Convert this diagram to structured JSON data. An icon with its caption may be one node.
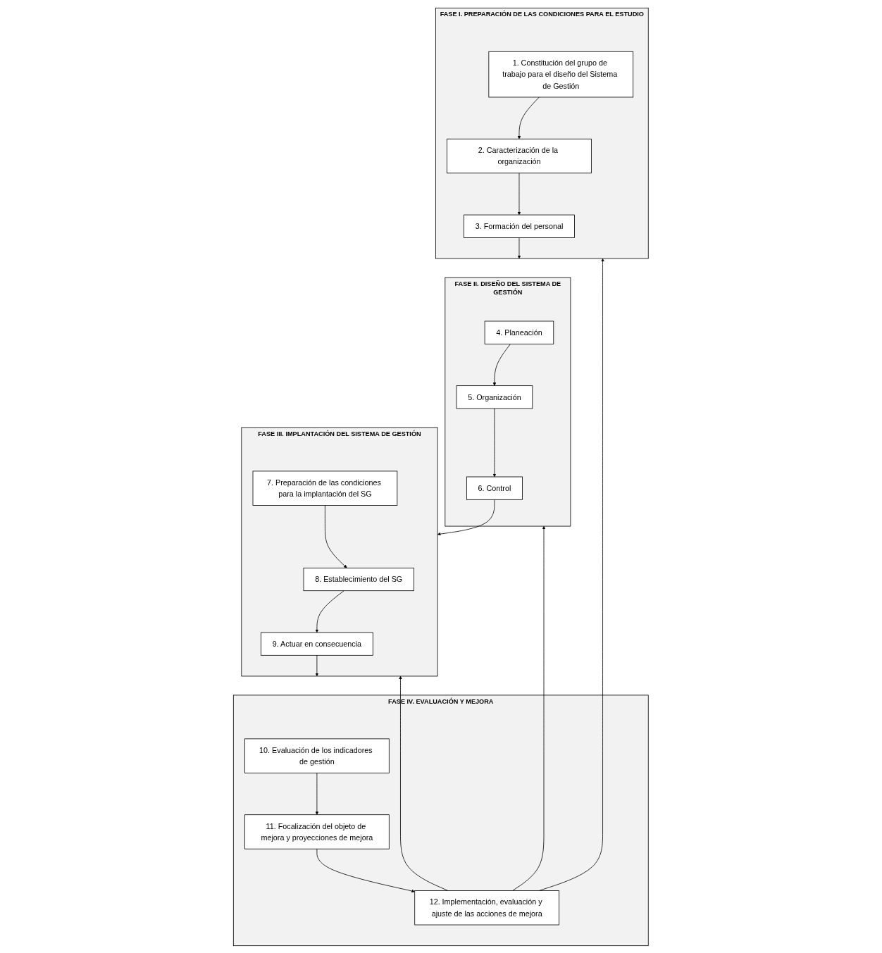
{
  "diagram": {
    "nodes": [
      {
        "text": [
          "FASE I. PREPARACIÓN DE LAS CONDICIONES PARA EL ESTUDIO"
        ]
      },
      {
        "text": [
          "1. Constitución del grupo de trabajo para el diseño del Sistema de Gestión"
        ],
        "in": 0
      },
      {
        "text": [
          "2. Caracterización de la organización"
        ],
        "in": 0
      },
      {
        "text": [
          "3. Formación del personal"
        ],
        "in": 0
      },
      {
        "text": [
          "FASE II. DISEÑO DEL SISTEMA DE GESTIÓN"
        ]
      },
      {
        "text": [
          "4. Planeación"
        ],
        "in": 4
      },
      {
        "text": [
          "5. Organización"
        ],
        "in": 4
      },
      {
        "text": [
          "6. Control"
        ],
        "in": 4
      },
      {
        "text": [
          "FASE III. IMPLANTACIÓN DEL SISTEMA DE GESTIÓN"
        ]
      },
      {
        "text": [
          "8. Establecimiento del SG"
        ],
        "in": 8
      },
      {
        "text": [
          "7. Preparación de las condiciones para la implantación del SG"
        ],
        "in": 8
      },
      {
        "text": [
          "9. Actuar en consecuencia"
        ],
        "in": 8
      },
      {
        "text": [
          "FASE IV. EVALUACIÓN Y MEJORA"
        ]
      },
      {
        "text": [
          "10. Evaluación de los indicadores de gestión"
        ],
        "in": 12
      },
      {
        "text": [
          "11. Focalización del objeto de mejora y proyecciones de mejora"
        ],
        "in": 12
      },
      {
        "text": [
          "12. Implementación, evaluación y ajuste de las acciones de mejora"
        ],
        "in": 12
      }
    ],
    "edges": [
      {
        "from": 1,
        "to": 2,
        "arrow": "to"
      },
      {
        "from": 2,
        "to": 3,
        "arrow": "to"
      },
      {
        "from": 3,
        "to": 4,
        "arrow": "to"
      },
      {
        "from": 5,
        "to": 6,
        "arrow": "to"
      },
      {
        "from": 6,
        "to": 7,
        "arrow": "to"
      },
      {
        "from": 7,
        "to": 8,
        "arrow": "to"
      },
      {
        "from": 10,
        "to": 9,
        "arrow": "to"
      },
      {
        "from": 9,
        "to": 11,
        "arrow": "to"
      },
      {
        "from": 11,
        "to": 12,
        "arrow": "to"
      },
      {
        "from": 13,
        "to": 14,
        "arrow": "to"
      },
      {
        "from": 14,
        "to": 15,
        "arrow": "to"
      },
      {
        "from": 15,
        "to": 0,
        "arrow": "to"
      },
      {
        "from": 15,
        "to": 4,
        "arrow": "to"
      },
      {
        "from": 15,
        "to": 8,
        "arrow": "to"
      }
    ]
  }
}
